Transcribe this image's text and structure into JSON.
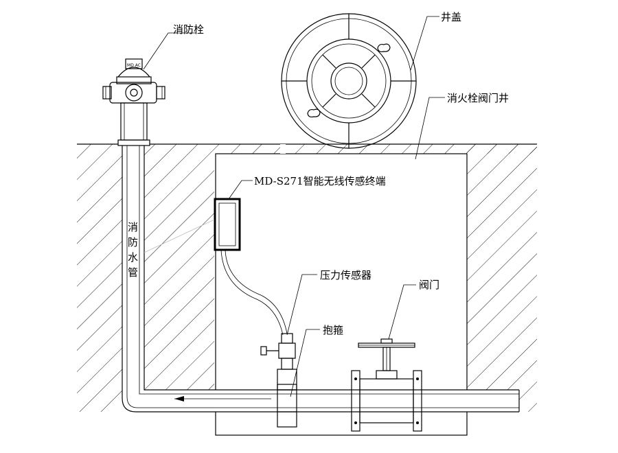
{
  "labels": {
    "hydrant": "消防栓",
    "manhole_cover": "井盖",
    "valve_well": "消火栓阀门井",
    "sensor_terminal": "MD-S271智能无线传感终端",
    "pressure_sensor": "压力传感器",
    "valve": "阀门",
    "clamp": "抱箍",
    "fire_pipe": [
      "消",
      "防",
      "水",
      "管"
    ]
  }
}
